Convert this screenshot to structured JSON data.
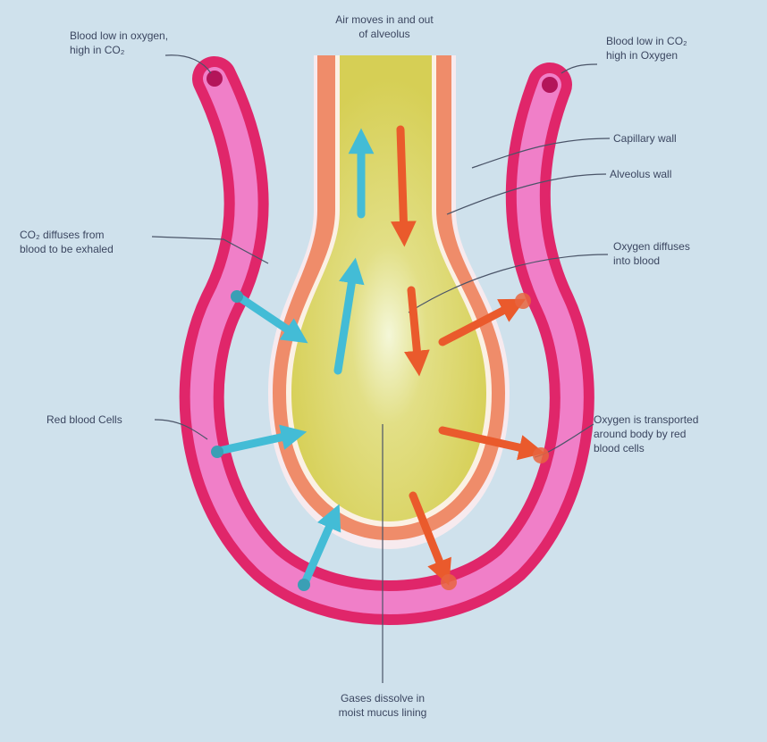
{
  "labels": {
    "top": "Air moves in and out\nof alveolus",
    "blood_low_oxygen": "Blood low in oxygen,\nhigh in CO₂",
    "blood_low_co2": "Blood low in CO₂\nhigh in Oxygen",
    "capillary_wall": "Capillary wall",
    "alveolus_wall": "Alveolus wall",
    "co2_diffuses": "CO₂ diffuses from\nblood to be exhaled",
    "oxygen_diffuses": "Oxygen diffuses\ninto blood",
    "red_blood_cells": "Red blood Cells",
    "oxygen_transported": "Oxygen is transported\naround body by red\nblood cells",
    "gases_dissolve": "Gases dissolve in\nmoist mucus lining"
  },
  "colors": {
    "background": "#cfe1ec",
    "capillary_outer": "#e0266a",
    "capillary_inner": "#f07fc8",
    "alveolus_wall": "#ef8c6a",
    "alveolus_interior": "#dcd65e",
    "co2_arrow": "#43bcd6",
    "oxygen_arrow": "#ea5a2c",
    "leader_line": "#4a5468"
  }
}
